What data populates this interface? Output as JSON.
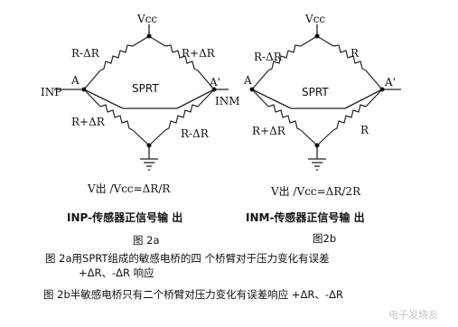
{
  "bridge_a": {
    "vcc": "Vcc",
    "arm_top_left": "R-ΔR",
    "arm_top_right": "R+ΔR",
    "arm_bottom_left": "R+ΔR",
    "arm_bottom_right": "R-ΔR",
    "node_left": "A",
    "node_right": "A'",
    "input_left": "INP",
    "input_right": "INM",
    "center": "SPRT",
    "formula": "V出 /Vcc=ΔR/R",
    "caption": "INP-传感器正信号输 出",
    "figure": "图 2a"
  },
  "bridge_b": {
    "vcc": "Vcc",
    "arm_top_left": "R-ΔR",
    "arm_top_right": "R",
    "arm_bottom_left": "R+ΔR",
    "arm_bottom_right": "R",
    "node_left": "A",
    "node_right": "A'",
    "center": "SPRT",
    "formula": "V出 /Vcc=ΔR/2R",
    "caption": "INM-传感器正信号输 出",
    "figure": "图2b"
  },
  "notes": {
    "line1": "图 2a用SPRT组成的敏感电桥的四 个桥臂对于压力变化有误差",
    "line2": "+ΔR、-ΔR  响应",
    "line3": "图 2b半敏感电桥只有二个桥臂对压力变化有误差响应 +ΔR、-ΔR"
  },
  "watermark": "电子发烧友"
}
